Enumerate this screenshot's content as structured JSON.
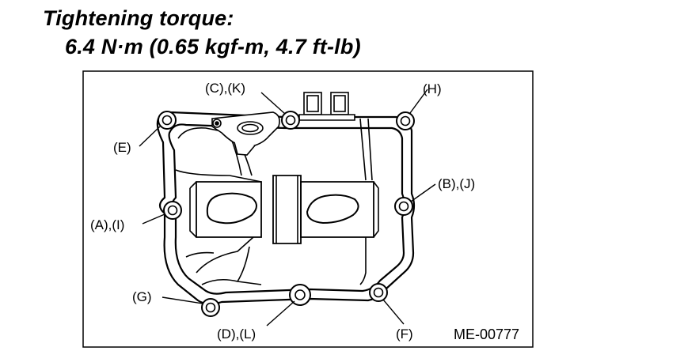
{
  "heading": {
    "title": "Tightening torque:",
    "value": "6.4 N·m (0.65 kgf-m, 4.7 ft-lb)"
  },
  "diagram": {
    "bolt_labels": {
      "c_k": "(C),(K)",
      "h": "(H)",
      "e": "(E)",
      "b_j": "(B),(J)",
      "a_i": "(A),(I)",
      "g": "(G)",
      "d_l": "(D),(L)",
      "f": "(F)"
    },
    "figure_code": "ME-00777"
  }
}
